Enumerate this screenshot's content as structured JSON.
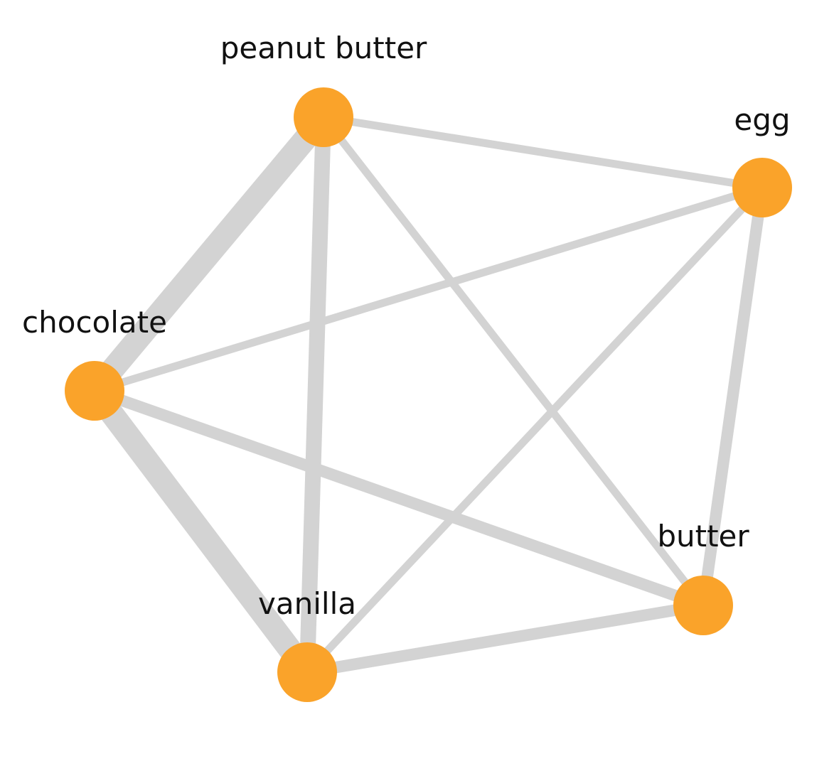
{
  "colors": {
    "node_fill": "#FAA32A",
    "edge_stroke": "#D3D3D3",
    "label_text": "#111111",
    "background": "#FFFFFF"
  },
  "nodes": [
    {
      "id": "peanut_butter",
      "label": "peanut butter"
    },
    {
      "id": "egg",
      "label": "egg"
    },
    {
      "id": "chocolate",
      "label": "chocolate"
    },
    {
      "id": "butter",
      "label": "butter"
    },
    {
      "id": "vanilla",
      "label": "vanilla"
    }
  ],
  "edges": [
    {
      "source": "peanut_butter",
      "target": "chocolate",
      "weight": 3
    },
    {
      "source": "peanut_butter",
      "target": "vanilla",
      "weight": 2
    },
    {
      "source": "chocolate",
      "target": "vanilla",
      "weight": 3
    },
    {
      "source": "peanut_butter",
      "target": "egg",
      "weight": 1
    },
    {
      "source": "peanut_butter",
      "target": "butter",
      "weight": 1
    },
    {
      "source": "egg",
      "target": "chocolate",
      "weight": 1
    },
    {
      "source": "egg",
      "target": "vanilla",
      "weight": 1
    },
    {
      "source": "egg",
      "target": "butter",
      "weight": 1.5
    },
    {
      "source": "chocolate",
      "target": "butter",
      "weight": 1.5
    },
    {
      "source": "vanilla",
      "target": "butter",
      "weight": 1.5
    }
  ]
}
